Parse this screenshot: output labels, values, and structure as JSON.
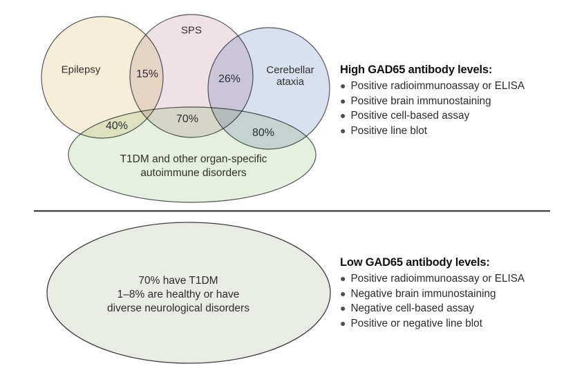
{
  "figure": {
    "type": "venn-diagram",
    "topic": "GAD65 antibody levels"
  },
  "top": {
    "venn": {
      "circles": [
        {
          "label": "Epilepsy",
          "color": "#f6eed9"
        },
        {
          "label": "SPS",
          "color": "#eee2e6"
        },
        {
          "label": "Cerebellar ataxia",
          "color": "#d9e0ef"
        },
        {
          "label": "T1DM and other organ-specific autoimmune disorders",
          "color": "#e5f1de"
        }
      ],
      "overlaps": [
        {
          "regions": "Epilepsy + SPS",
          "value": "15%"
        },
        {
          "regions": "SPS + Cerebellar ataxia",
          "value": "26%"
        },
        {
          "regions": "Epilepsy + T1DM",
          "value": "40%"
        },
        {
          "regions": "SPS + T1DM",
          "value": "70%"
        },
        {
          "regions": "Cerebellar ataxia + T1DM",
          "value": "80%"
        }
      ]
    },
    "panel": {
      "title": "High GAD65 antibody levels:",
      "bullets": [
        "Positive radioimmunoassay or ELISA",
        "Positive brain immunostaining",
        "Positive cell-based assay",
        "Positive line blot"
      ]
    }
  },
  "bottom": {
    "ellipse": {
      "color": "#e9ebe5",
      "lines": [
        "70% have T1DM",
        "1–8% are healthy or have",
        "diverse neurological disorders"
      ]
    },
    "panel": {
      "title": "Low GAD65 antibody levels:",
      "bullets": [
        "Positive radioimmunoassay or ELISA",
        "Negative brain immunostaining",
        "Negative cell-based assay",
        "Positive or negative line blot"
      ]
    }
  }
}
